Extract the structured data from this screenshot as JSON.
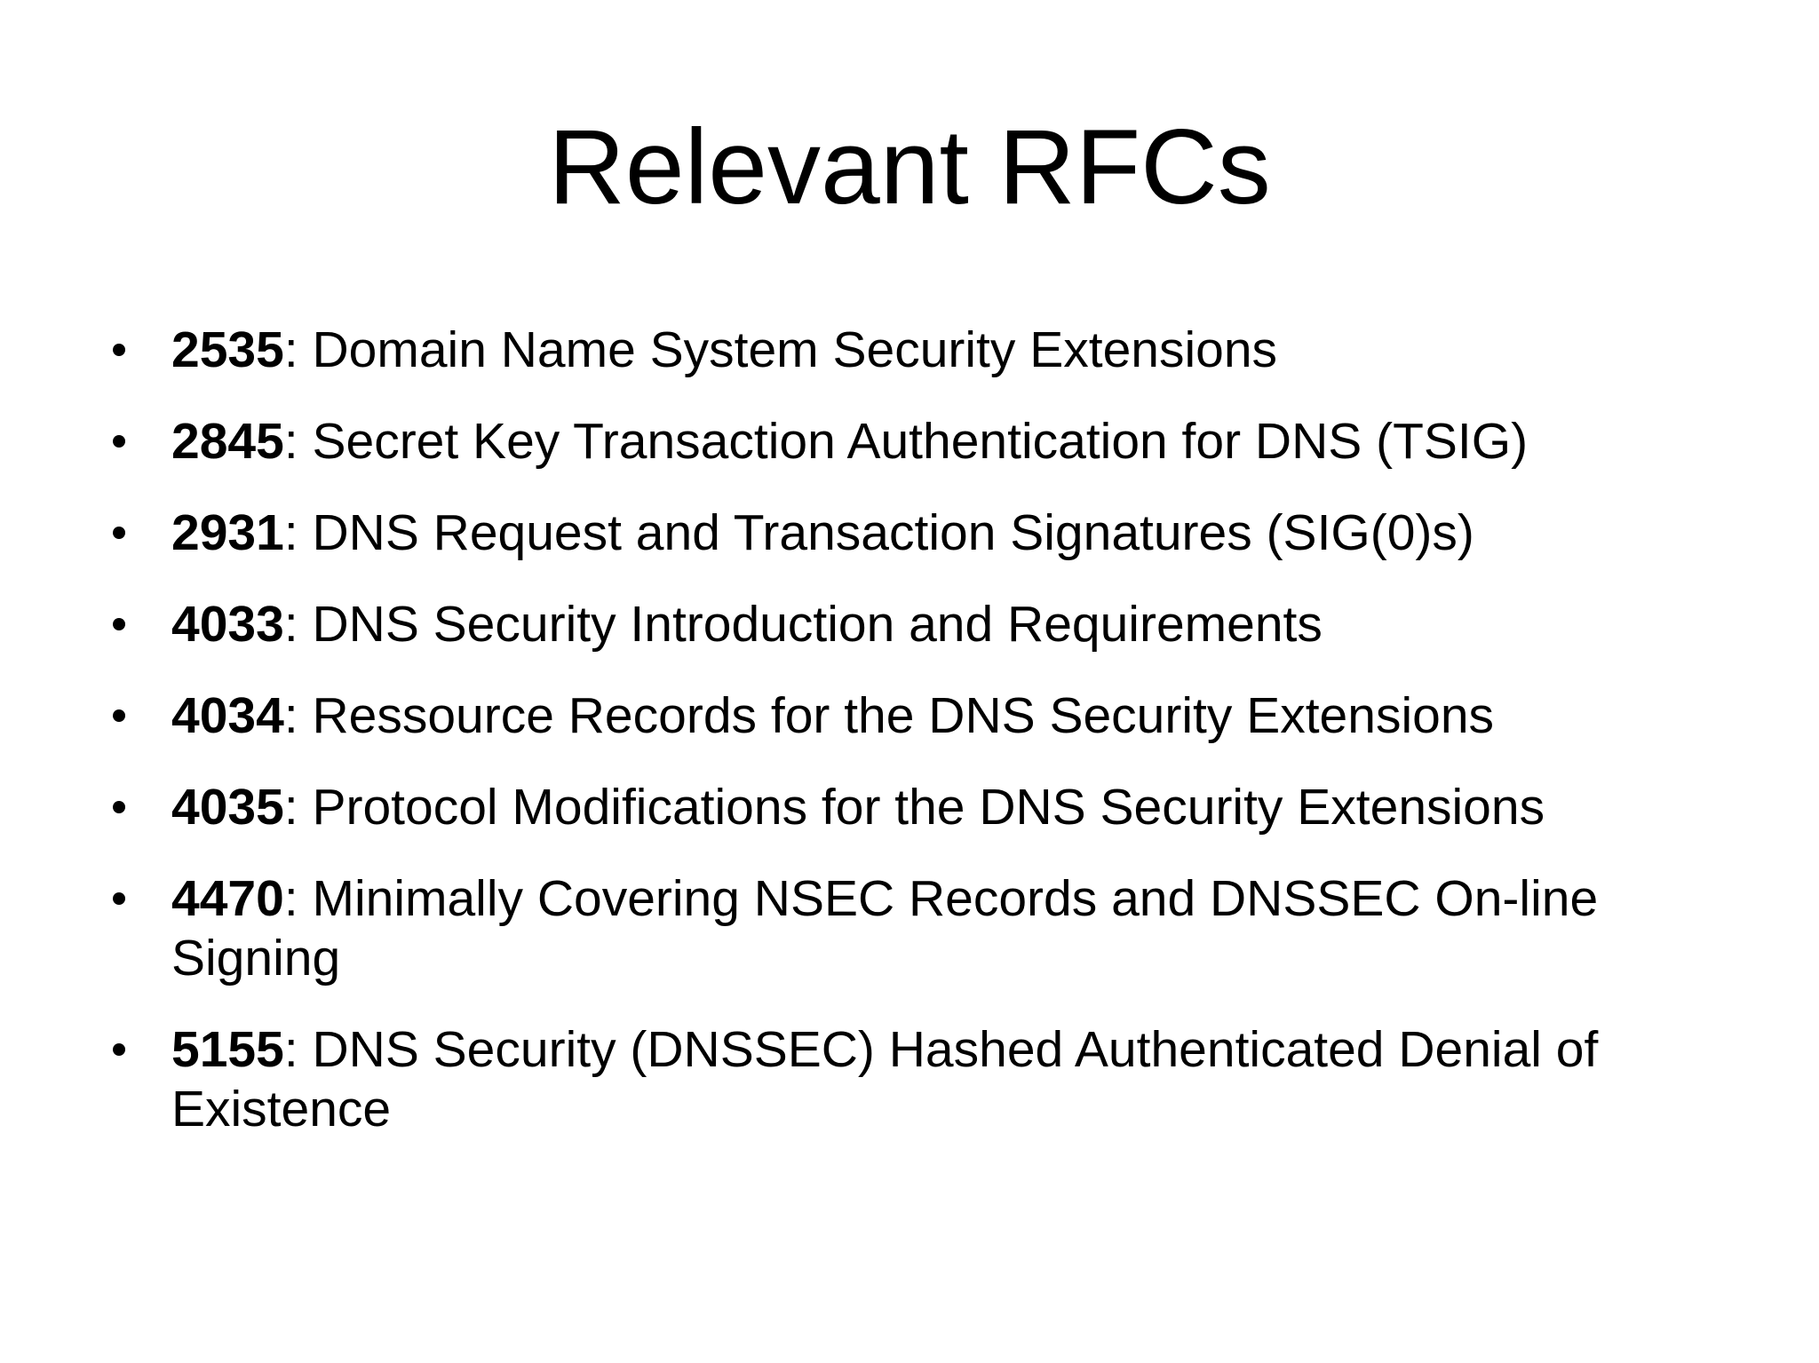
{
  "slide": {
    "title": "Relevant RFCs",
    "bullets": [
      {
        "number": "2535",
        "description": ": Domain Name System Security Extensions"
      },
      {
        "number": "2845",
        "description": ": Secret Key Transaction Authentication for DNS (TSIG)"
      },
      {
        "number": "2931",
        "description": ": DNS Request and Transaction Signatures (SIG(0)s)"
      },
      {
        "number": "4033",
        "description": ": DNS Security Introduction and Requirements"
      },
      {
        "number": "4034",
        "description": ": Ressource Records for the DNS Security Extensions"
      },
      {
        "number": "4035",
        "description": ": Protocol Modifications for the DNS Security Extensions"
      },
      {
        "number": "4470",
        "description": ": Minimally Covering NSEC Records and DNSSEC On-line Signing"
      },
      {
        "number": "5155",
        "description": ": DNS Security (DNSSEC) Hashed Authenticated Denial of Existence"
      }
    ]
  }
}
